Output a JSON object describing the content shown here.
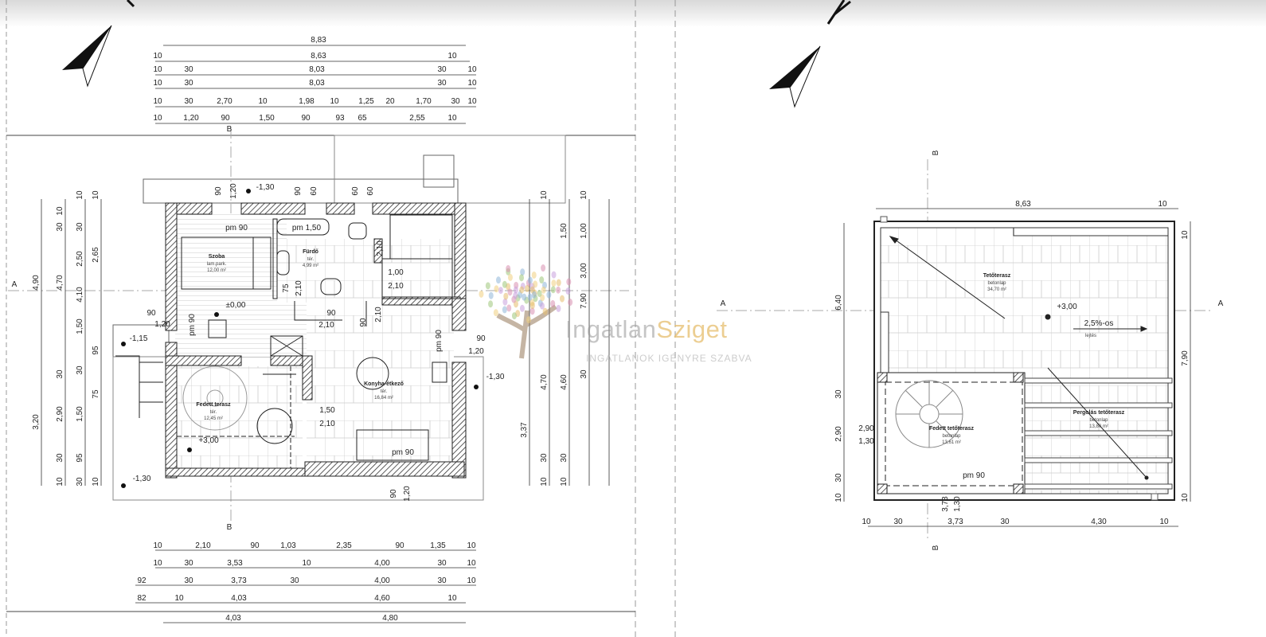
{
  "left_plan": {
    "dims_top": [
      [
        "8,83"
      ],
      [
        "10",
        "8,63",
        "10"
      ],
      [
        "10",
        "30",
        "8,03",
        "30",
        "10"
      ],
      [
        "10",
        "30",
        "8,03",
        "30",
        "10"
      ],
      [
        "10",
        "30",
        "2,70",
        "10",
        "1,98",
        "10",
        "1,25",
        "20",
        "1,70",
        "30",
        "10"
      ],
      [
        "10",
        "1,20",
        "90",
        "1,50",
        "90",
        "93",
        "65",
        "2,55",
        "10"
      ]
    ],
    "dims_bottom": [
      [
        "10",
        "2,10",
        "90",
        "1,03",
        "2,35",
        "90",
        "1,35",
        "10"
      ],
      [
        "10",
        "30",
        "3,53",
        "10",
        "4,00",
        "30",
        "10"
      ],
      [
        "92",
        "30",
        "3,73",
        "30",
        "4,00",
        "30",
        "10"
      ],
      [
        "82",
        "10",
        "4,03",
        "4,60",
        "10"
      ],
      [
        "4,03",
        "4,80"
      ]
    ],
    "dims_left": [
      [
        "4,90",
        "3,20"
      ],
      [
        "10",
        "30",
        "4,70",
        "30",
        "2,90",
        "30",
        "10"
      ],
      [
        "10",
        "30",
        "2,50",
        "4,10",
        "1,50",
        "30",
        "1,50",
        "95",
        "30"
      ],
      [
        "10",
        "2,65",
        "95",
        "75",
        "10"
      ]
    ],
    "dims_right": [
      [
        "3,37"
      ],
      [
        "10",
        "4,70",
        "30",
        "10"
      ],
      [
        "1,50",
        "4,60",
        "30",
        "10"
      ],
      [
        "10",
        "1,00",
        "3,00",
        "7,90",
        "30"
      ]
    ],
    "rooms": [
      {
        "name": "Szoba",
        "floor": "lam.park.",
        "area": "12,00 m²"
      },
      {
        "name": "Fürdő",
        "floor": "tér.",
        "area": "4,99 m²"
      },
      {
        "name": "Konyha-étkező",
        "floor": "tér.",
        "area": "16,84 m²"
      },
      {
        "name": "Fedett terasz",
        "floor": "tér.",
        "area": "12,45 m²"
      }
    ],
    "openings": [
      "pm 90",
      "pm 1,50",
      "pm 90",
      "pm 90",
      "pm 90",
      "90",
      "1,20",
      "90",
      "60",
      "60",
      "60",
      "75",
      "2,10",
      "90",
      "2,10",
      "2,10",
      "1,00",
      "2,10",
      "90",
      "2,10",
      "90",
      "1,20",
      "1,50",
      "2,10",
      "90",
      "1,20",
      "90",
      "1,20"
    ],
    "levels": [
      "-1,30",
      "±0,00",
      "-1,15",
      "+3,00",
      "-1,30",
      "-1,30"
    ],
    "section_marks": [
      "A",
      "B",
      "B"
    ]
  },
  "right_plan": {
    "dims_top": [
      "8,63",
      "10"
    ],
    "dims_bottom": [
      "10",
      "30",
      "3,73",
      "30",
      "4,30",
      "10"
    ],
    "dims_left": [
      "6,40",
      "30",
      "2,90",
      "30",
      "10"
    ],
    "dims_right": [
      "10",
      "7,90",
      "10"
    ],
    "rooms": [
      {
        "name": "Tetőterasz",
        "floor": "betonlap",
        "area": "34,70 m²"
      },
      {
        "name": "Pergolás tetőterasz",
        "floor": "betonlap",
        "area": "13,80 m²"
      },
      {
        "name": "Fedett tetőterasz",
        "floor": "betonlap",
        "area": "13,61 m²"
      }
    ],
    "level": "+3,00",
    "slope": "2,5%-os",
    "slope_label": "lejtés",
    "door": "pm 90",
    "side_dims": [
      "2,90",
      "1,30",
      "3,73",
      "1,30"
    ],
    "section_marks": [
      "A",
      "A",
      "B",
      "B"
    ]
  },
  "watermark": {
    "brand_a": "Ingatlan",
    "brand_b": "Sziget",
    "tagline": "INGATLANOK IGÉNYRE SZABVA"
  },
  "colors": {
    "line": "#222222",
    "watermark_gold": "#e6be6e"
  }
}
